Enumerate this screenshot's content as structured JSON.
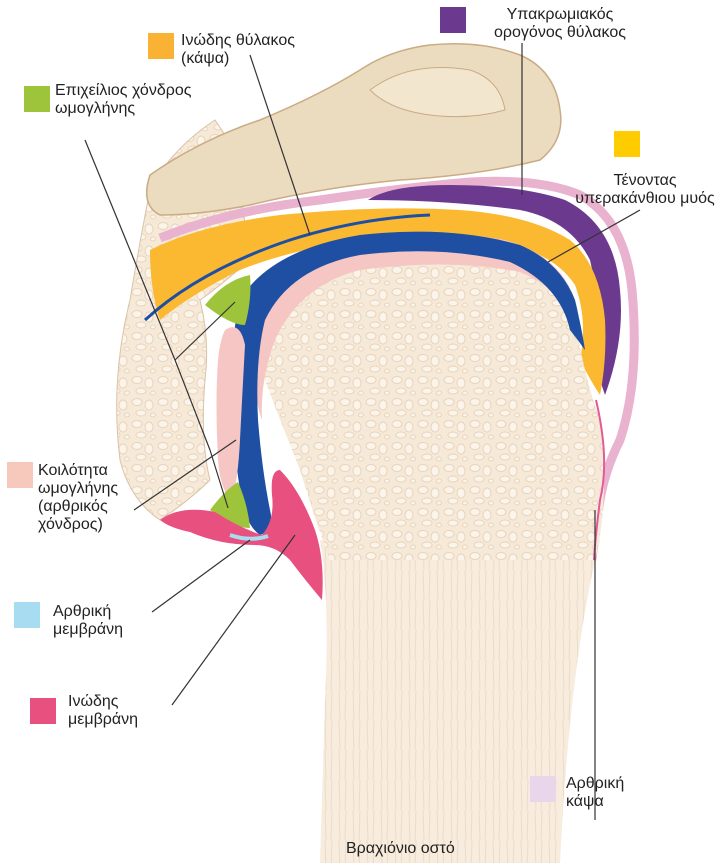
{
  "labels": {
    "fibrous_sac": {
      "lines": [
        "Ινώδης θύλακος",
        "(κάψα)"
      ],
      "color": "#f9b233"
    },
    "subacromial_bursa": {
      "lines": [
        "Υπακρωμιακός",
        "ορογόνος θύλακος"
      ],
      "color": "#6b3a8e"
    },
    "labrum": {
      "lines": [
        "Επιχείλιος χόνδρος",
        "ωμογλήνης"
      ],
      "color": "#9dc43a"
    },
    "supraspinatus_tendon": {
      "lines": [
        "Τένοντας",
        "υπερακάνθιου μυός"
      ],
      "color": "#ffcc00"
    },
    "glenoid_cavity": {
      "lines": [
        "Κοιλότητα",
        "ωμογλήνης",
        "(αρθρικός",
        "χόνδρος)"
      ],
      "color": "#f7c9bd"
    },
    "synovial_membrane": {
      "lines": [
        "Αρθρική",
        "μεμβράνη"
      ],
      "color": "#a8dcf0"
    },
    "fibrous_membrane": {
      "lines": [
        "Ινώδης",
        "μεμβράνη"
      ],
      "color": "#e8517f"
    },
    "articular_capsule": {
      "lines": [
        "Αρθρική",
        "κάψα"
      ],
      "color": "#e9d6ea"
    },
    "humerus": {
      "lines": [
        "Βραχιόνιο οστό"
      ]
    }
  },
  "tissue_colors": {
    "bone": "#f6e9d8",
    "bone_dark": "#e6cfb3",
    "acromion": "#ecdcbf",
    "cartilage": "#f5c6c4",
    "synovial_cavity": "#1e4fa3",
    "capsule_line": "#e35a9a"
  }
}
